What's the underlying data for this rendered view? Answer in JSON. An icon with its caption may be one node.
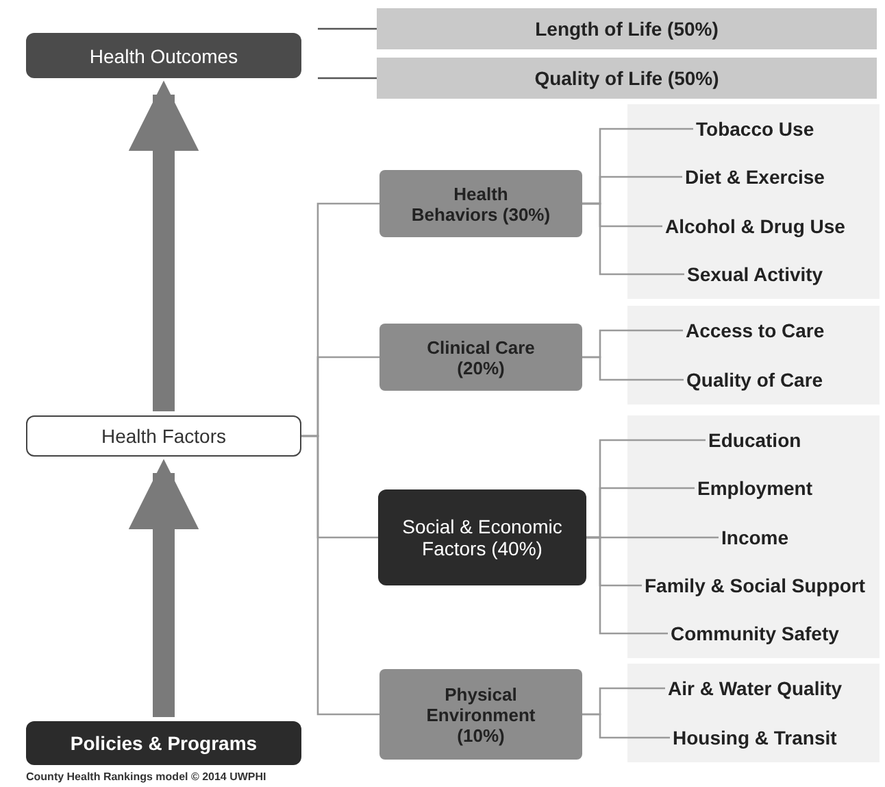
{
  "diagram": {
    "caption": "County Health Rankings model © 2014 UWPHI",
    "nodes": [
      {
        "text": [
          "Health Outcomes"
        ]
      },
      {
        "text": [
          "Length of Life (50%)"
        ]
      },
      {
        "text": [
          "Quality of Life (50%)"
        ]
      },
      {
        "text": [
          "Health Factors"
        ]
      },
      {
        "text": [
          "Health Behaviors (30%)"
        ]
      },
      {
        "text": [
          "Clinical Care (20%)"
        ]
      },
      {
        "text": [
          "Social & Economic Factors (40%)"
        ]
      },
      {
        "text": [
          "Physical Environment (10%)"
        ]
      },
      {
        "text": [
          "Tobacco Use"
        ]
      },
      {
        "text": [
          "Diet & Exercise"
        ]
      },
      {
        "text": [
          "Alcohol & Drug Use"
        ]
      },
      {
        "text": [
          "Sexual Activity"
        ]
      },
      {
        "text": [
          "Access to Care"
        ]
      },
      {
        "text": [
          "Quality of Care"
        ]
      },
      {
        "text": [
          "Education"
        ]
      },
      {
        "text": [
          "Employment"
        ]
      },
      {
        "text": [
          "Income"
        ]
      },
      {
        "text": [
          "Family & Social Support"
        ]
      },
      {
        "text": [
          "Community Safety"
        ]
      },
      {
        "text": [
          "Air & Water Quality"
        ]
      },
      {
        "text": [
          "Housing & Transit"
        ]
      },
      {
        "text": [
          "Policies & Programs"
        ]
      }
    ],
    "edges": [
      {
        "from": 0,
        "to": 1,
        "arrow": "none"
      },
      {
        "from": 0,
        "to": 2,
        "arrow": "none"
      },
      {
        "from": 21,
        "to": 3,
        "arrow": "to",
        "style": "thick"
      },
      {
        "from": 3,
        "to": 0,
        "arrow": "to",
        "style": "thick"
      },
      {
        "from": 3,
        "to": 4,
        "arrow": "none"
      },
      {
        "from": 3,
        "to": 5,
        "arrow": "none"
      },
      {
        "from": 3,
        "to": 6,
        "arrow": "none"
      },
      {
        "from": 3,
        "to": 7,
        "arrow": "none"
      },
      {
        "from": 4,
        "to": 8,
        "arrow": "none"
      },
      {
        "from": 4,
        "to": 9,
        "arrow": "none"
      },
      {
        "from": 4,
        "to": 10,
        "arrow": "none"
      },
      {
        "from": 4,
        "to": 11,
        "arrow": "none"
      },
      {
        "from": 5,
        "to": 12,
        "arrow": "none"
      },
      {
        "from": 5,
        "to": 13,
        "arrow": "none"
      },
      {
        "from": 6,
        "to": 14,
        "arrow": "none"
      },
      {
        "from": 6,
        "to": 15,
        "arrow": "none"
      },
      {
        "from": 6,
        "to": 16,
        "arrow": "none"
      },
      {
        "from": 6,
        "to": 17,
        "arrow": "none"
      },
      {
        "from": 6,
        "to": 18,
        "arrow": "none"
      },
      {
        "from": 7,
        "to": 19,
        "arrow": "none"
      },
      {
        "from": 7,
        "to": 20,
        "arrow": "none"
      }
    ]
  }
}
